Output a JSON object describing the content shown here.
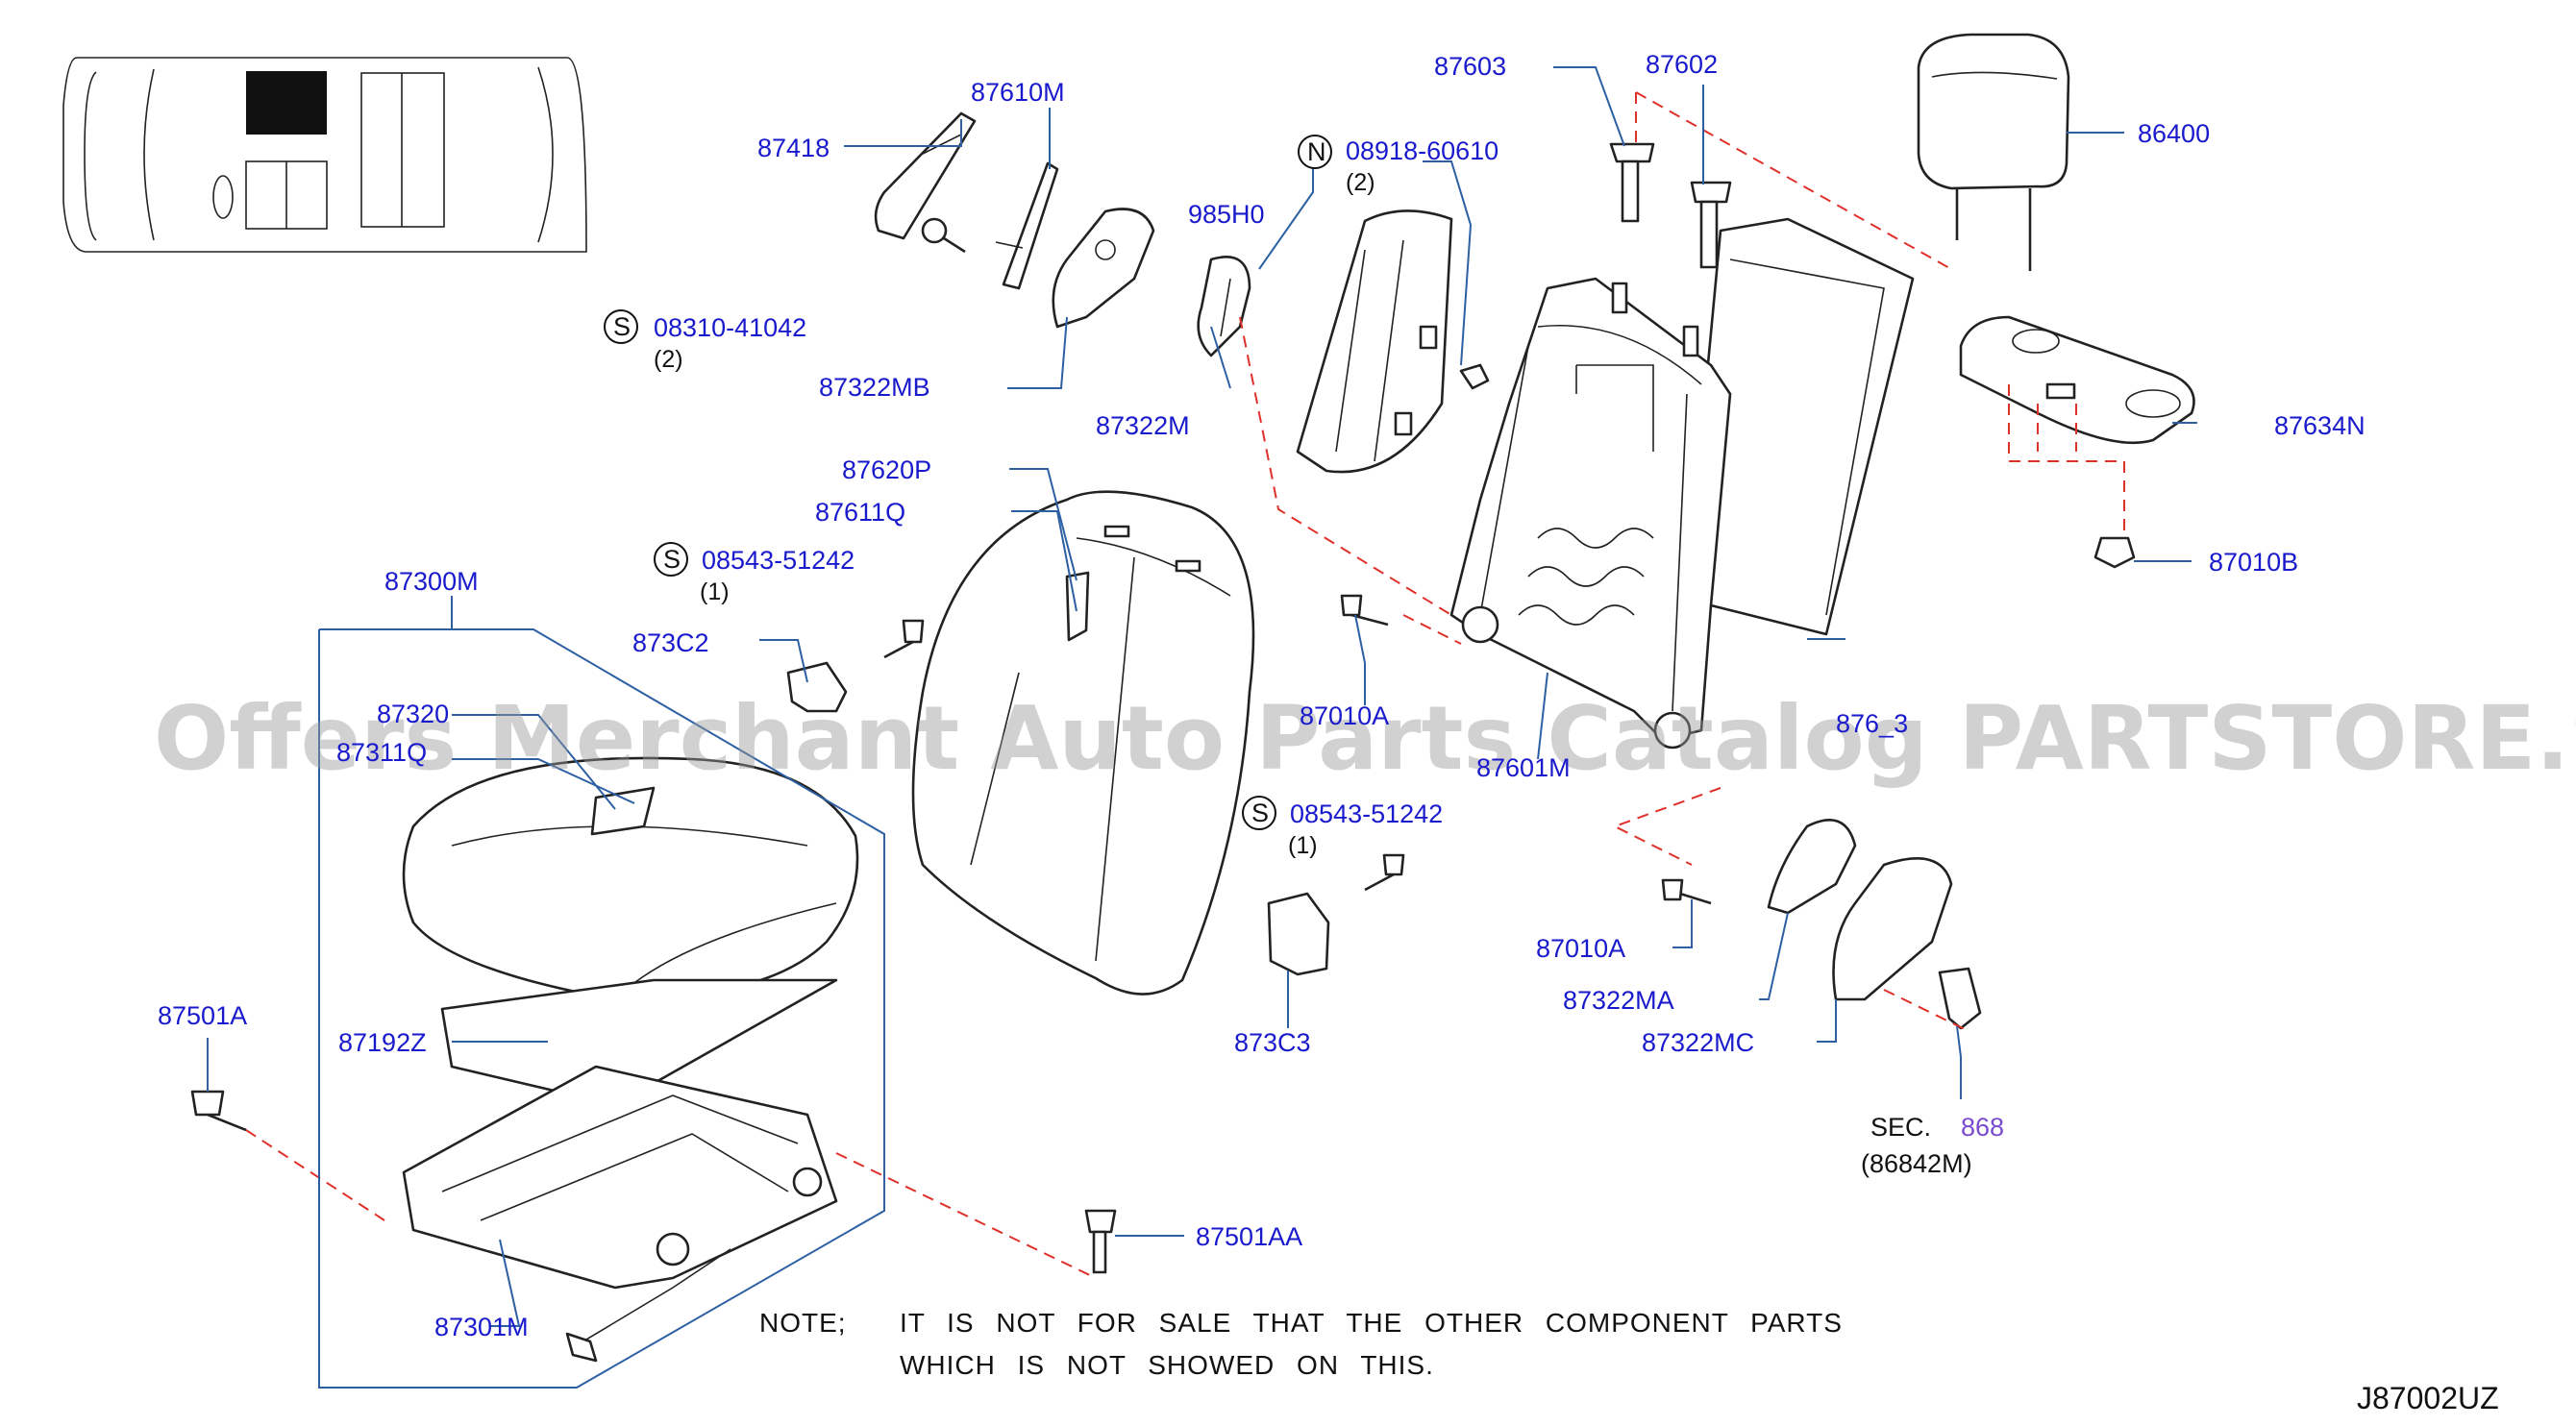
{
  "diagram_code": "J87002UZ",
  "watermark": "Offers Merchant Auto Parts Catalog PARTSTORE.SA",
  "labels": {
    "p87610M": "87610M",
    "p87418": "87418",
    "p87603": "87603",
    "p87602": "87602",
    "p86400": "86400",
    "p08918": "08918-60610",
    "q08918": "(2)",
    "c08918": "N",
    "p985H0": "985H0",
    "p08310": "08310-41042",
    "q08310": "(2)",
    "c08310": "S",
    "p87322MB": "87322MB",
    "p87322M": "87322M",
    "p87634N": "87634N",
    "p87620P": "87620P",
    "p87611Q": "87611Q",
    "p08543a": "08543-51242",
    "q08543a": "(1)",
    "c08543a": "S",
    "p87010B": "87010B",
    "p87300M": "87300M",
    "p873C2": "873C2",
    "p87010A_top": "87010A",
    "p87603b": "876_3",
    "p87320": "87320",
    "p87311Q": "87311Q",
    "p87601M": "87601M",
    "p08543b": "08543-51242",
    "q08543b": "(1)",
    "c08543b": "S",
    "p87501A": "87501A",
    "p87010A": "87010A",
    "p87322MA": "87322MA",
    "p87192Z": "87192Z",
    "p873C3": "873C3",
    "p87322MC": "87322MC",
    "sec_label": "SEC.",
    "sec_link": "868",
    "sec_ref": "(86842M)",
    "p87501AA": "87501AA",
    "p87301M": "87301M"
  },
  "note": {
    "heading": "NOTE;",
    "line1": "IT IS NOT FOR SALE THAT THE OTHER COMPONENT PARTS",
    "line2": "WHICH IS NOT SHOWED ON THIS."
  },
  "colors": {
    "part_number": "#1a1acd",
    "leader_line": "#2d5fa3",
    "dashed_guide": "#e0302a",
    "section_link": "#7a4ad0"
  }
}
